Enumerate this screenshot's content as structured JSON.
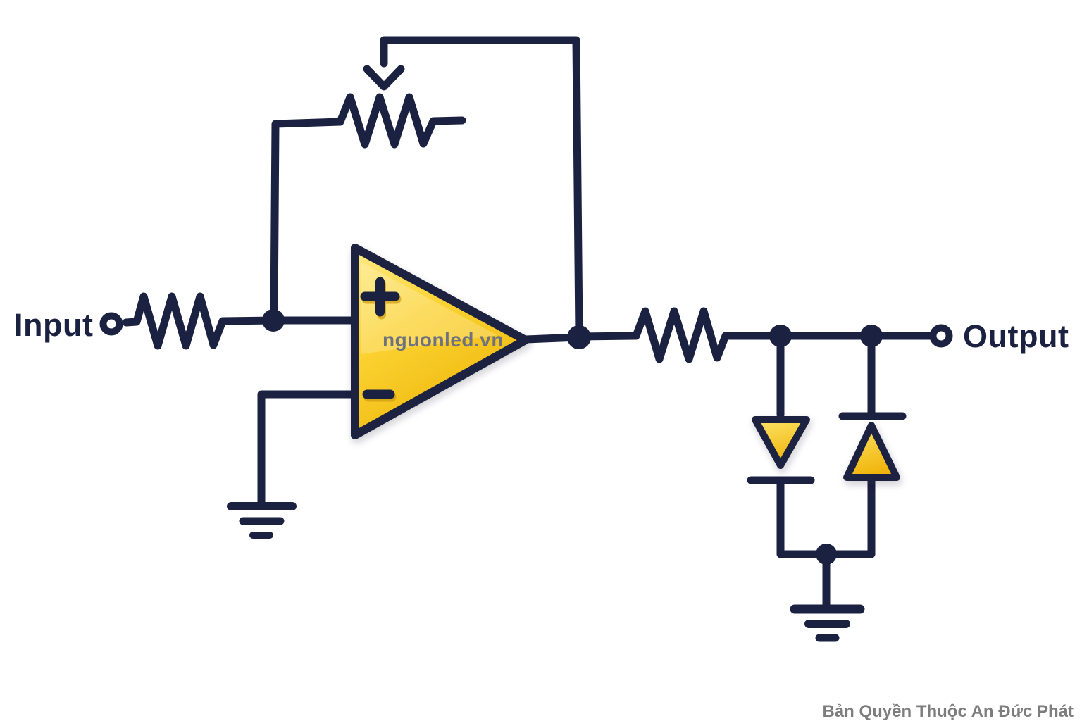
{
  "labels": {
    "input": "Input",
    "output": "Output"
  },
  "opamp": {
    "plus": "+",
    "minus": "−"
  },
  "watermark": {
    "site": "nguonled.vn",
    "copyright": "Bản Quyền Thuộc An Đức Phát"
  },
  "colors": {
    "background": "#ffffff",
    "wire": "#1b2140",
    "opamp_fill_light": "#fdeb85",
    "opamp_fill_mid": "#fcd231",
    "opamp_fill_dark": "#edb70e",
    "diode_fill_light": "#fde468",
    "diode_fill_dark": "#f1b50d",
    "symbol_emboss_shadow": "#cf9d12",
    "site_watermark_gray": "#6d727e",
    "copyright_gray": "#7d7d7d"
  }
}
